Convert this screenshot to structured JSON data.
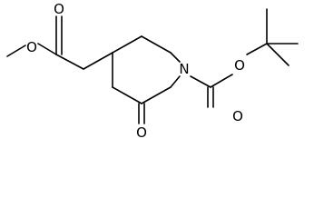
{
  "molecule": {
    "atoms": {
      "ester_methyl_oxygen": "O",
      "ester_carbonyl_oxygen": "O",
      "ketone_oxygen": "O",
      "ring_nitrogen": "N",
      "boc_ether_oxygen": "O",
      "boc_carbonyl_oxygen": "O"
    },
    "colors": {
      "bond": "#000000",
      "label": "#000000",
      "background": "#ffffff"
    }
  }
}
